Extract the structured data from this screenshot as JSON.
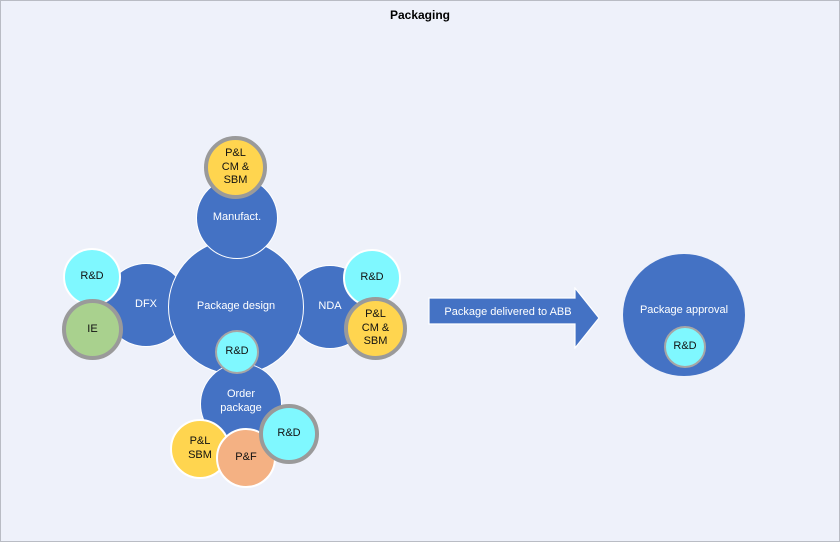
{
  "title": "Packaging",
  "nodes": {
    "package_design": "Package design",
    "manufact": "Manufact.",
    "manufact_role": "P&L\nCM &\nSBM",
    "dfx": "DFX",
    "dfx_role_rd": "R&D",
    "dfx_role_ie": "IE",
    "nda": "NDA",
    "nda_role_rd": "R&D",
    "nda_role_pl": "P&L\nCM &\nSBM",
    "design_role_rd": "R&D",
    "order_package": "Order\npackage",
    "order_role_pl": "P&L\nSBM",
    "order_role_pf": "P&F",
    "order_role_rd": "R&D"
  },
  "arrow": {
    "label": "Package delivered to ABB"
  },
  "approval": {
    "label": "Package approval",
    "role": "R&D"
  },
  "colors": {
    "primary": "#4472c4",
    "rd": "#7ff8ff",
    "pl": "#ffd54f",
    "ie": "#a9d18e",
    "pf": "#f4b183",
    "ring": "#9a9a9a",
    "background": "#eef1fa"
  }
}
